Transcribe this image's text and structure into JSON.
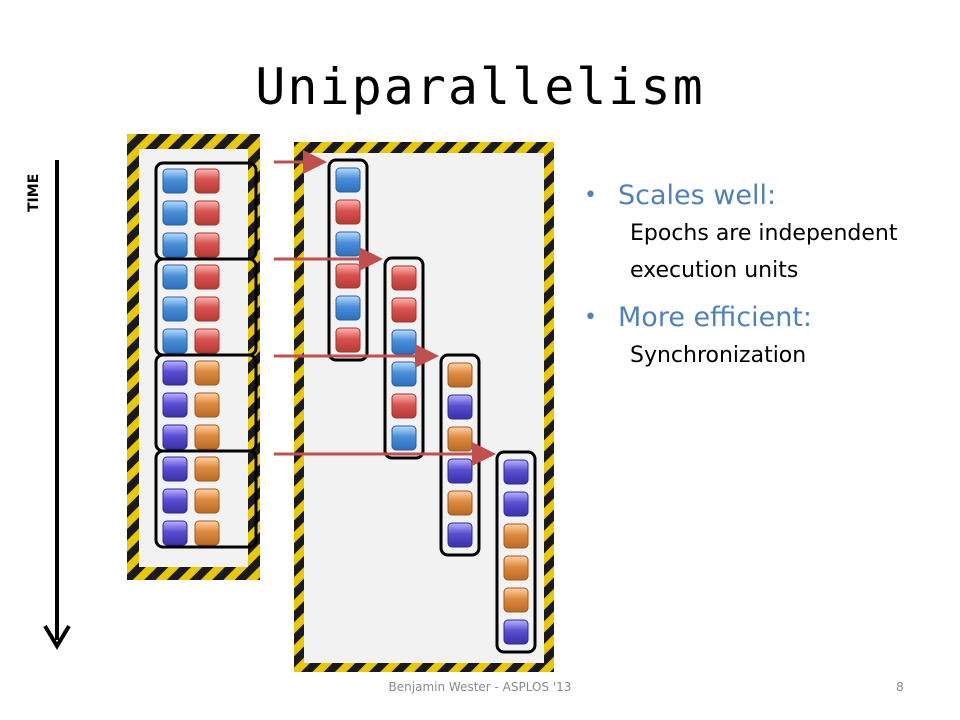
{
  "slide": {
    "title": "Uniparallelism",
    "time_label": "TIME",
    "bullets": [
      {
        "heading": "Scales well:",
        "detail": "Epochs are independent execution units"
      },
      {
        "heading": "More efficient:",
        "detail": "Synchronization"
      }
    ],
    "footer": "Benjamin Wester - ASPLOS '13",
    "page_number": "8"
  },
  "colors": {
    "bullet_heading": "#4f81bd",
    "arrow": "#c0504d",
    "hazard_yellow": "#e8c800",
    "hazard_black": "#1a1a1a",
    "panel_fill": "#f2f2f2",
    "block_blue": "#4a8fd8",
    "block_red": "#d9534f",
    "block_orange": "#dd8a3e",
    "block_purple": "#5a4fd1"
  },
  "diagram": {
    "left_panel_epochs": [
      {
        "left": [
          "blue",
          "blue",
          "blue"
        ],
        "right": [
          "red",
          "red",
          "red"
        ]
      },
      {
        "left": [
          "blue",
          "blue",
          "blue"
        ],
        "right": [
          "red",
          "red",
          "red"
        ]
      },
      {
        "left": [
          "purple",
          "purple",
          "purple"
        ],
        "right": [
          "orange",
          "orange",
          "orange"
        ]
      },
      {
        "left": [
          "purple",
          "purple",
          "purple"
        ],
        "right": [
          "orange",
          "orange",
          "orange"
        ]
      }
    ],
    "right_panel_epochs": [
      [
        "blue",
        "red",
        "blue",
        "red",
        "blue",
        "red"
      ],
      [
        "red",
        "red",
        "blue",
        "blue",
        "red",
        "blue"
      ],
      [
        "orange",
        "purple",
        "orange",
        "purple",
        "orange",
        "purple"
      ],
      [
        "purple",
        "purple",
        "orange",
        "orange",
        "orange",
        "purple"
      ]
    ]
  }
}
